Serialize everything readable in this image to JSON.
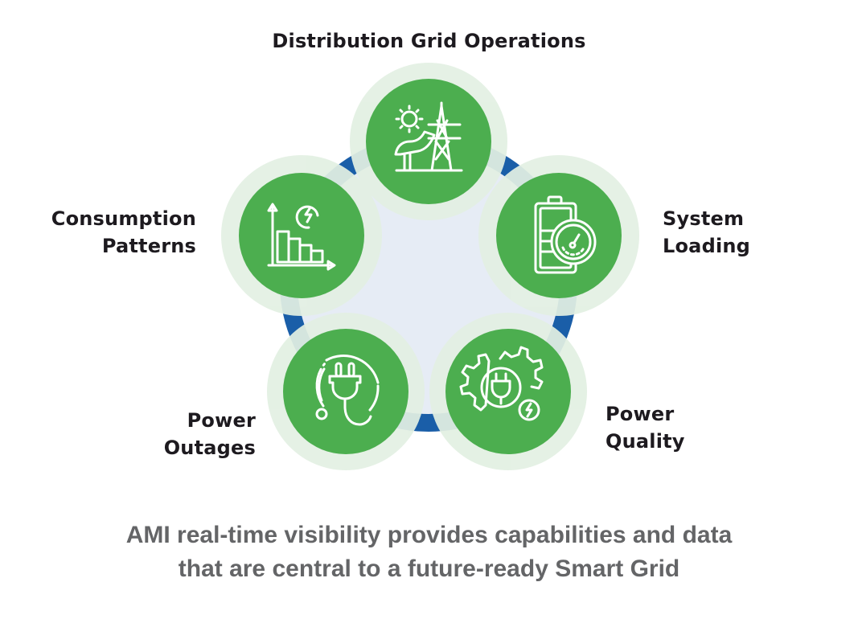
{
  "diagram": {
    "colors": {
      "ring": "#1a5ea8",
      "node_fill": "#4cae4f",
      "node_halo": "#e3f0e3",
      "center_fill": "#e6ecf5",
      "icon_stroke": "#ffffff",
      "label_text": "#1d1a1f",
      "caption_text": "#646567"
    },
    "nodes": [
      {
        "id": "distribution-grid-operations",
        "label": "Distribution Grid Operations",
        "icon": "transmission-tower-solar-icon"
      },
      {
        "id": "system-loading",
        "label_lines": [
          "System",
          "Loading"
        ],
        "icon": "battery-gauge-icon"
      },
      {
        "id": "power-quality",
        "label_lines": [
          "Power",
          "Quality"
        ],
        "icon": "gear-plug-bolt-icon"
      },
      {
        "id": "power-outages",
        "label_lines": [
          "Power",
          "Outages"
        ],
        "icon": "plug-cord-icon"
      },
      {
        "id": "consumption-patterns",
        "label_lines": [
          "Consumption",
          "Patterns"
        ],
        "icon": "bar-chart-bolt-icon"
      }
    ]
  },
  "caption": {
    "line1": "AMI real-time visibility provides capabilities and data",
    "line2": "that are central to a future-ready Smart Grid"
  }
}
